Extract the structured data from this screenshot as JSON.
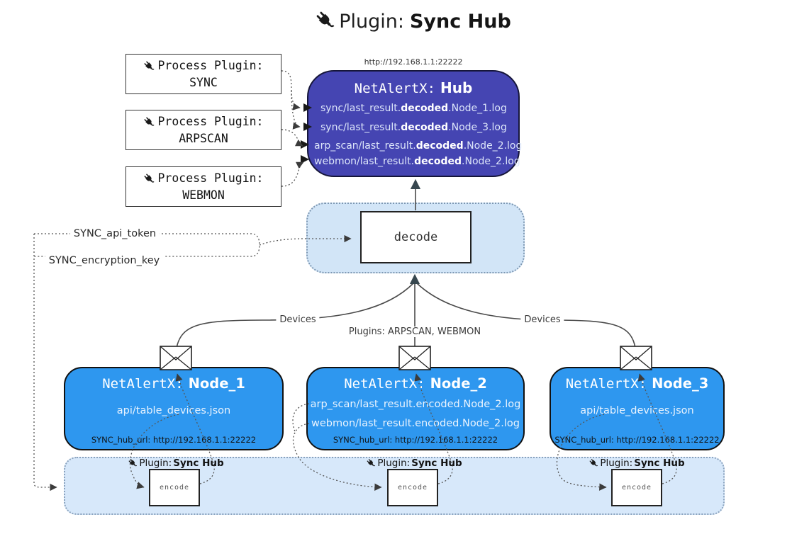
{
  "title": {
    "label": "Plugin:",
    "name": "Sync Hub"
  },
  "icons": {
    "plug": "plug-icon",
    "envelope": "envelope-icon"
  },
  "process_plugins": [
    {
      "label": "Process Plugin:",
      "name": "SYNC"
    },
    {
      "label": "Process Plugin:",
      "name": "ARPSCAN"
    },
    {
      "label": "Process Plugin:",
      "name": "WEBMON"
    }
  ],
  "hub": {
    "url": "http://192.168.1.1:22222",
    "prefix": "NetAlertX:",
    "name": "Hub",
    "logs": [
      {
        "pre": "sync/last_result.",
        "bold": "decoded",
        "post": ".Node_1.log"
      },
      {
        "pre": "sync/last_result.",
        "bold": "decoded",
        "post": ".Node_3.log"
      },
      {
        "pre": "arp_scan/last_result.",
        "bold": "decoded",
        "post": ".Node_2.log"
      },
      {
        "pre": "webmon/last_result.",
        "bold": "decoded",
        "post": ".Node_2.log"
      }
    ]
  },
  "decode": {
    "label": "decode"
  },
  "secrets": {
    "api_token": "SYNC_api_token",
    "encryption_key": "SYNC_encryption_key"
  },
  "edges": {
    "devices_left": "Devices",
    "plugins_center": "Plugins: ARPSCAN, WEBMON",
    "devices_right": "Devices"
  },
  "nodes": [
    {
      "prefix": "NetAlertX:",
      "name": "Node_1",
      "lines": [
        "api/table_devices.json"
      ],
      "footer": "SYNC_hub_url: http://192.168.1.1:22222"
    },
    {
      "prefix": "NetAlertX:",
      "name": "Node_2",
      "lines": [
        "arp_scan/last_result.encoded.Node_2.log",
        "webmon/last_result.encoded.Node_2.log"
      ],
      "footer": "SYNC_hub_url: http://192.168.1.1:22222"
    },
    {
      "prefix": "NetAlertX:",
      "name": "Node_3",
      "lines": [
        "api/table_devices.json"
      ],
      "footer": "SYNC_hub_url: http://192.168.1.1:22222"
    }
  ],
  "encode_band": {
    "plugin_label": "Plugin:",
    "plugin_name": "Sync Hub",
    "encode_label": "encode"
  },
  "colors": {
    "hub_fill": "#4545b2",
    "node_fill": "#2e97ef",
    "band_fill": "#d7e8fa",
    "decode_fill": "#d2e5f7",
    "accent_text": "#ffffff"
  }
}
